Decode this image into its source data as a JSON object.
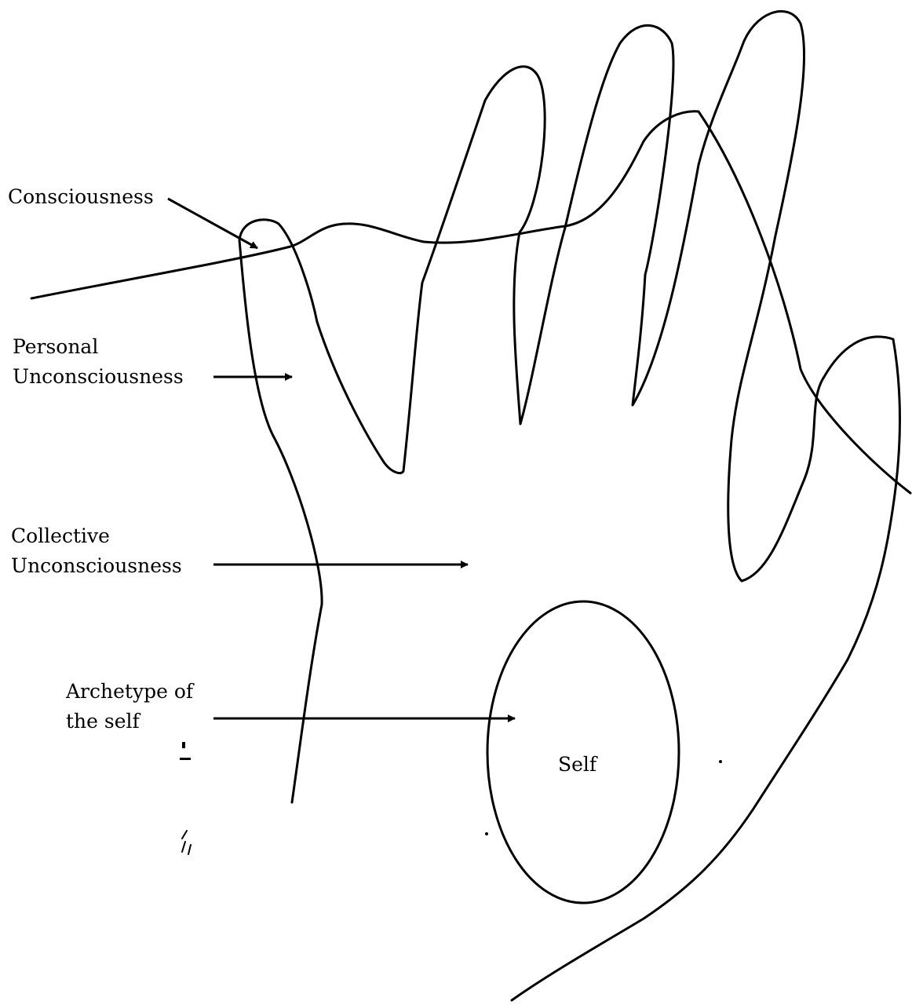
{
  "labels": {
    "consciousness": "Consciousness",
    "personal": [
      "Personal",
      "Unconsciousness"
    ],
    "collective": [
      "Collective",
      "Unconsciousness"
    ],
    "archetype": [
      "Archetype of",
      "the self"
    ],
    "self": "Self"
  },
  "colors": {
    "ink": "#000000",
    "background": "#ffffff"
  }
}
